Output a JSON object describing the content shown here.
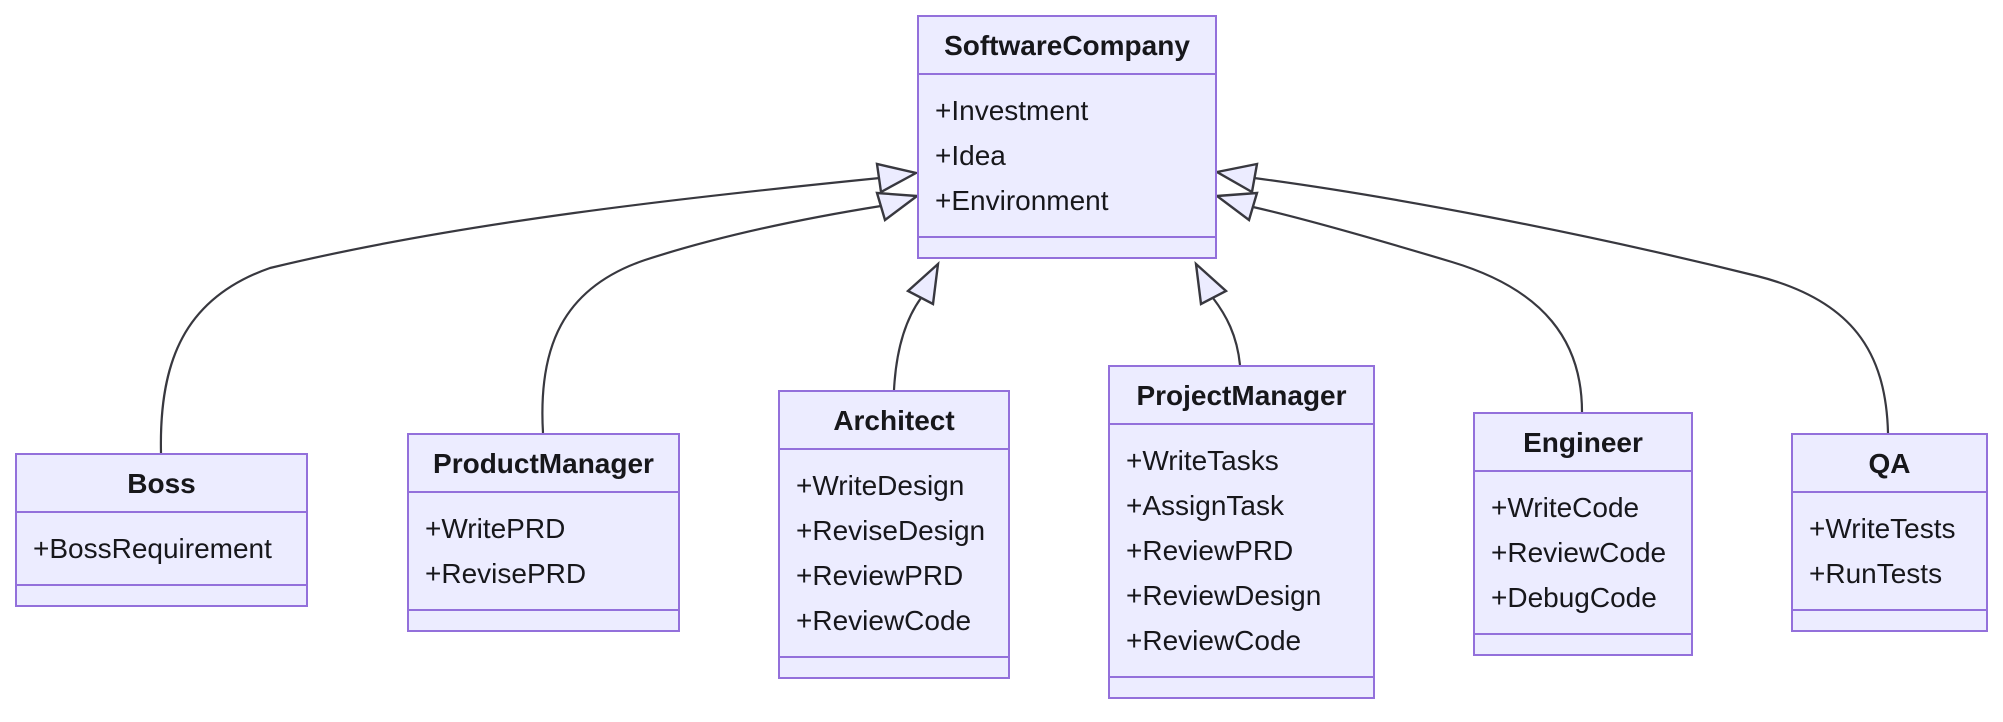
{
  "diagram": {
    "type": "uml-class-diagram",
    "classes": [
      {
        "id": "softwarecompany",
        "name": "SoftwareCompany",
        "attributes": [
          "+Investment",
          "+Idea",
          "+Environment"
        ],
        "methods": []
      },
      {
        "id": "boss",
        "name": "Boss",
        "attributes": [
          "+BossRequirement"
        ],
        "methods": []
      },
      {
        "id": "productmanager",
        "name": "ProductManager",
        "attributes": [
          "+WritePRD",
          "+RevisePRD"
        ],
        "methods": []
      },
      {
        "id": "architect",
        "name": "Architect",
        "attributes": [
          "+WriteDesign",
          "+ReviseDesign",
          "+ReviewPRD",
          "+ReviewCode"
        ],
        "methods": []
      },
      {
        "id": "projectmanager",
        "name": "ProjectManager",
        "attributes": [
          "+WriteTasks",
          "+AssignTask",
          "+ReviewPRD",
          "+ReviewDesign",
          "+ReviewCode"
        ],
        "methods": []
      },
      {
        "id": "engineer",
        "name": "Engineer",
        "attributes": [
          "+WriteCode",
          "+ReviewCode",
          "+DebugCode"
        ],
        "methods": []
      },
      {
        "id": "qa",
        "name": "QA",
        "attributes": [
          "+WriteTests",
          "+RunTests"
        ],
        "methods": []
      }
    ],
    "edges": [
      {
        "id": "boss",
        "from": "Boss",
        "to": "SoftwareCompany",
        "type": "inheritance"
      },
      {
        "id": "productmanager",
        "from": "ProductManager",
        "to": "SoftwareCompany",
        "type": "inheritance"
      },
      {
        "id": "architect",
        "from": "Architect",
        "to": "SoftwareCompany",
        "type": "inheritance"
      },
      {
        "id": "projectmanager",
        "from": "ProjectManager",
        "to": "SoftwareCompany",
        "type": "inheritance"
      },
      {
        "id": "engineer",
        "from": "Engineer",
        "to": "SoftwareCompany",
        "type": "inheritance"
      },
      {
        "id": "qa",
        "from": "QA",
        "to": "SoftwareCompany",
        "type": "inheritance"
      }
    ],
    "colors": {
      "node_fill": "#ECECFF",
      "node_border": "#9370DB",
      "edge": "#38383F",
      "text": "#17171B",
      "background": "#FFFFFF"
    }
  }
}
